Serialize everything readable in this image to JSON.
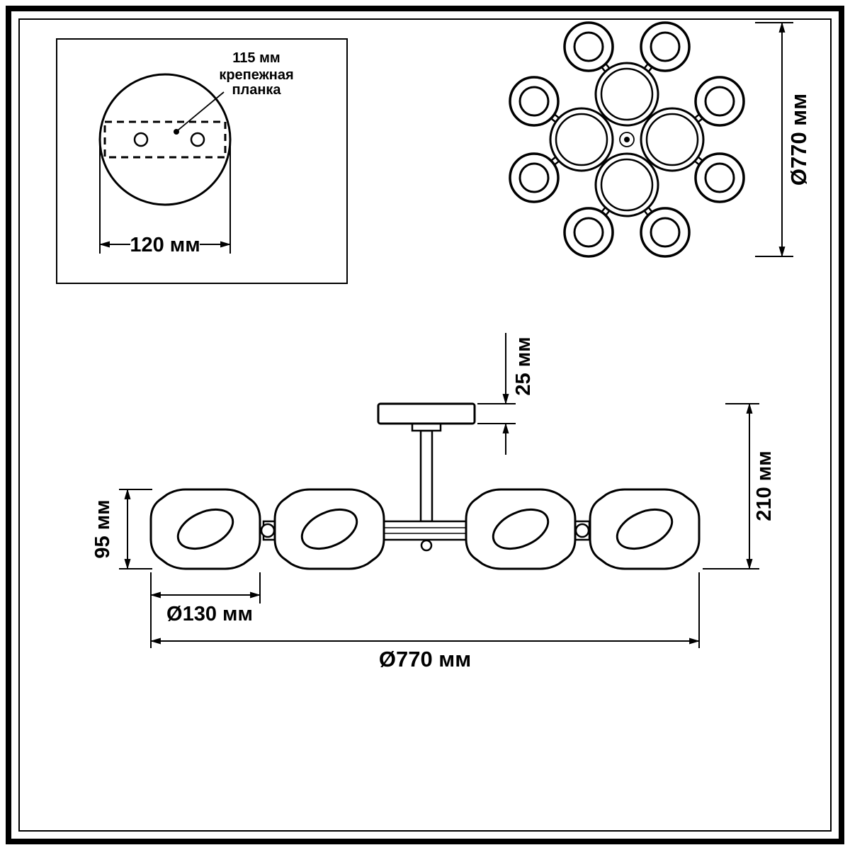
{
  "page": {
    "background": "#ffffff",
    "line_color": "#000000"
  },
  "detail_view": {
    "hole_spacing_label": "115 мм",
    "plate_label_line1": "крепежная",
    "plate_label_line2": "планка",
    "base_width_label": "120 мм"
  },
  "top_view": {
    "diameter_label": "Ø770 мм"
  },
  "side_view": {
    "canopy_height_label": "25 мм",
    "total_height_label": "210 мм",
    "shade_height_label": "95 мм",
    "shade_diameter_label": "Ø130 мм",
    "total_width_label": "Ø770 мм"
  }
}
